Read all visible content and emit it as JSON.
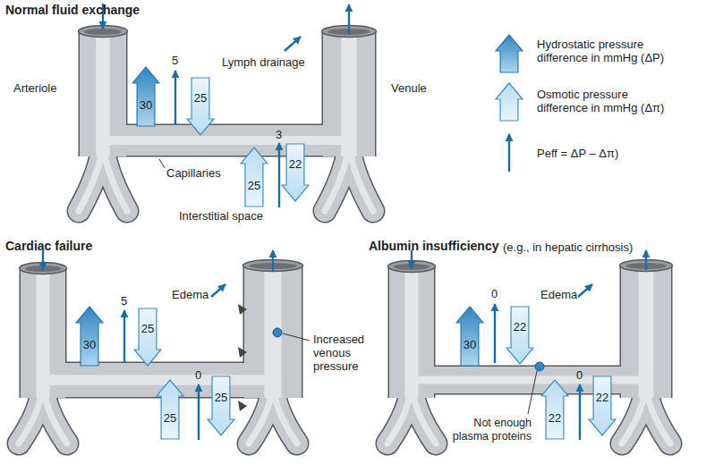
{
  "diagram": {
    "nodes": [
      {
        "text": [
          "30"
        ]
      },
      {
        "text": [
          "25"
        ]
      },
      {
        "text": [
          "25"
        ]
      },
      {
        "text": [
          "22"
        ]
      },
      {
        "text": [
          "30"
        ]
      },
      {
        "text": [
          "25"
        ]
      },
      {
        "text": [
          "25"
        ]
      },
      {
        "text": [
          "25"
        ]
      },
      {
        "text": [
          "30"
        ]
      },
      {
        "text": [
          "22"
        ]
      },
      {
        "text": [
          "22"
        ]
      },
      {
        "text": [
          "22"
        ]
      }
    ],
    "labels": [
      "Normal fluid exchange",
      "Lymph drainage",
      "Arteriole",
      "Venule",
      "5",
      "3",
      "Capillaries",
      "Interstitial space",
      "Cardiac failure",
      "5",
      "Edema",
      "0",
      "Increased venous pressure",
      "Albumin insufficiency",
      "(e.g., in hepatic cirrhosis)",
      "0",
      "Edema",
      "0",
      "Not enough plasma proteins"
    ],
    "legend": [
      {
        "text": "Hydrostatic pressure difference in mmHg (ΔP)"
      },
      {
        "text": "Osmotic pressure difference in mmHg (Δπ)"
      },
      {
        "text": "Peff = ΔP – Δπ)"
      }
    ]
  }
}
